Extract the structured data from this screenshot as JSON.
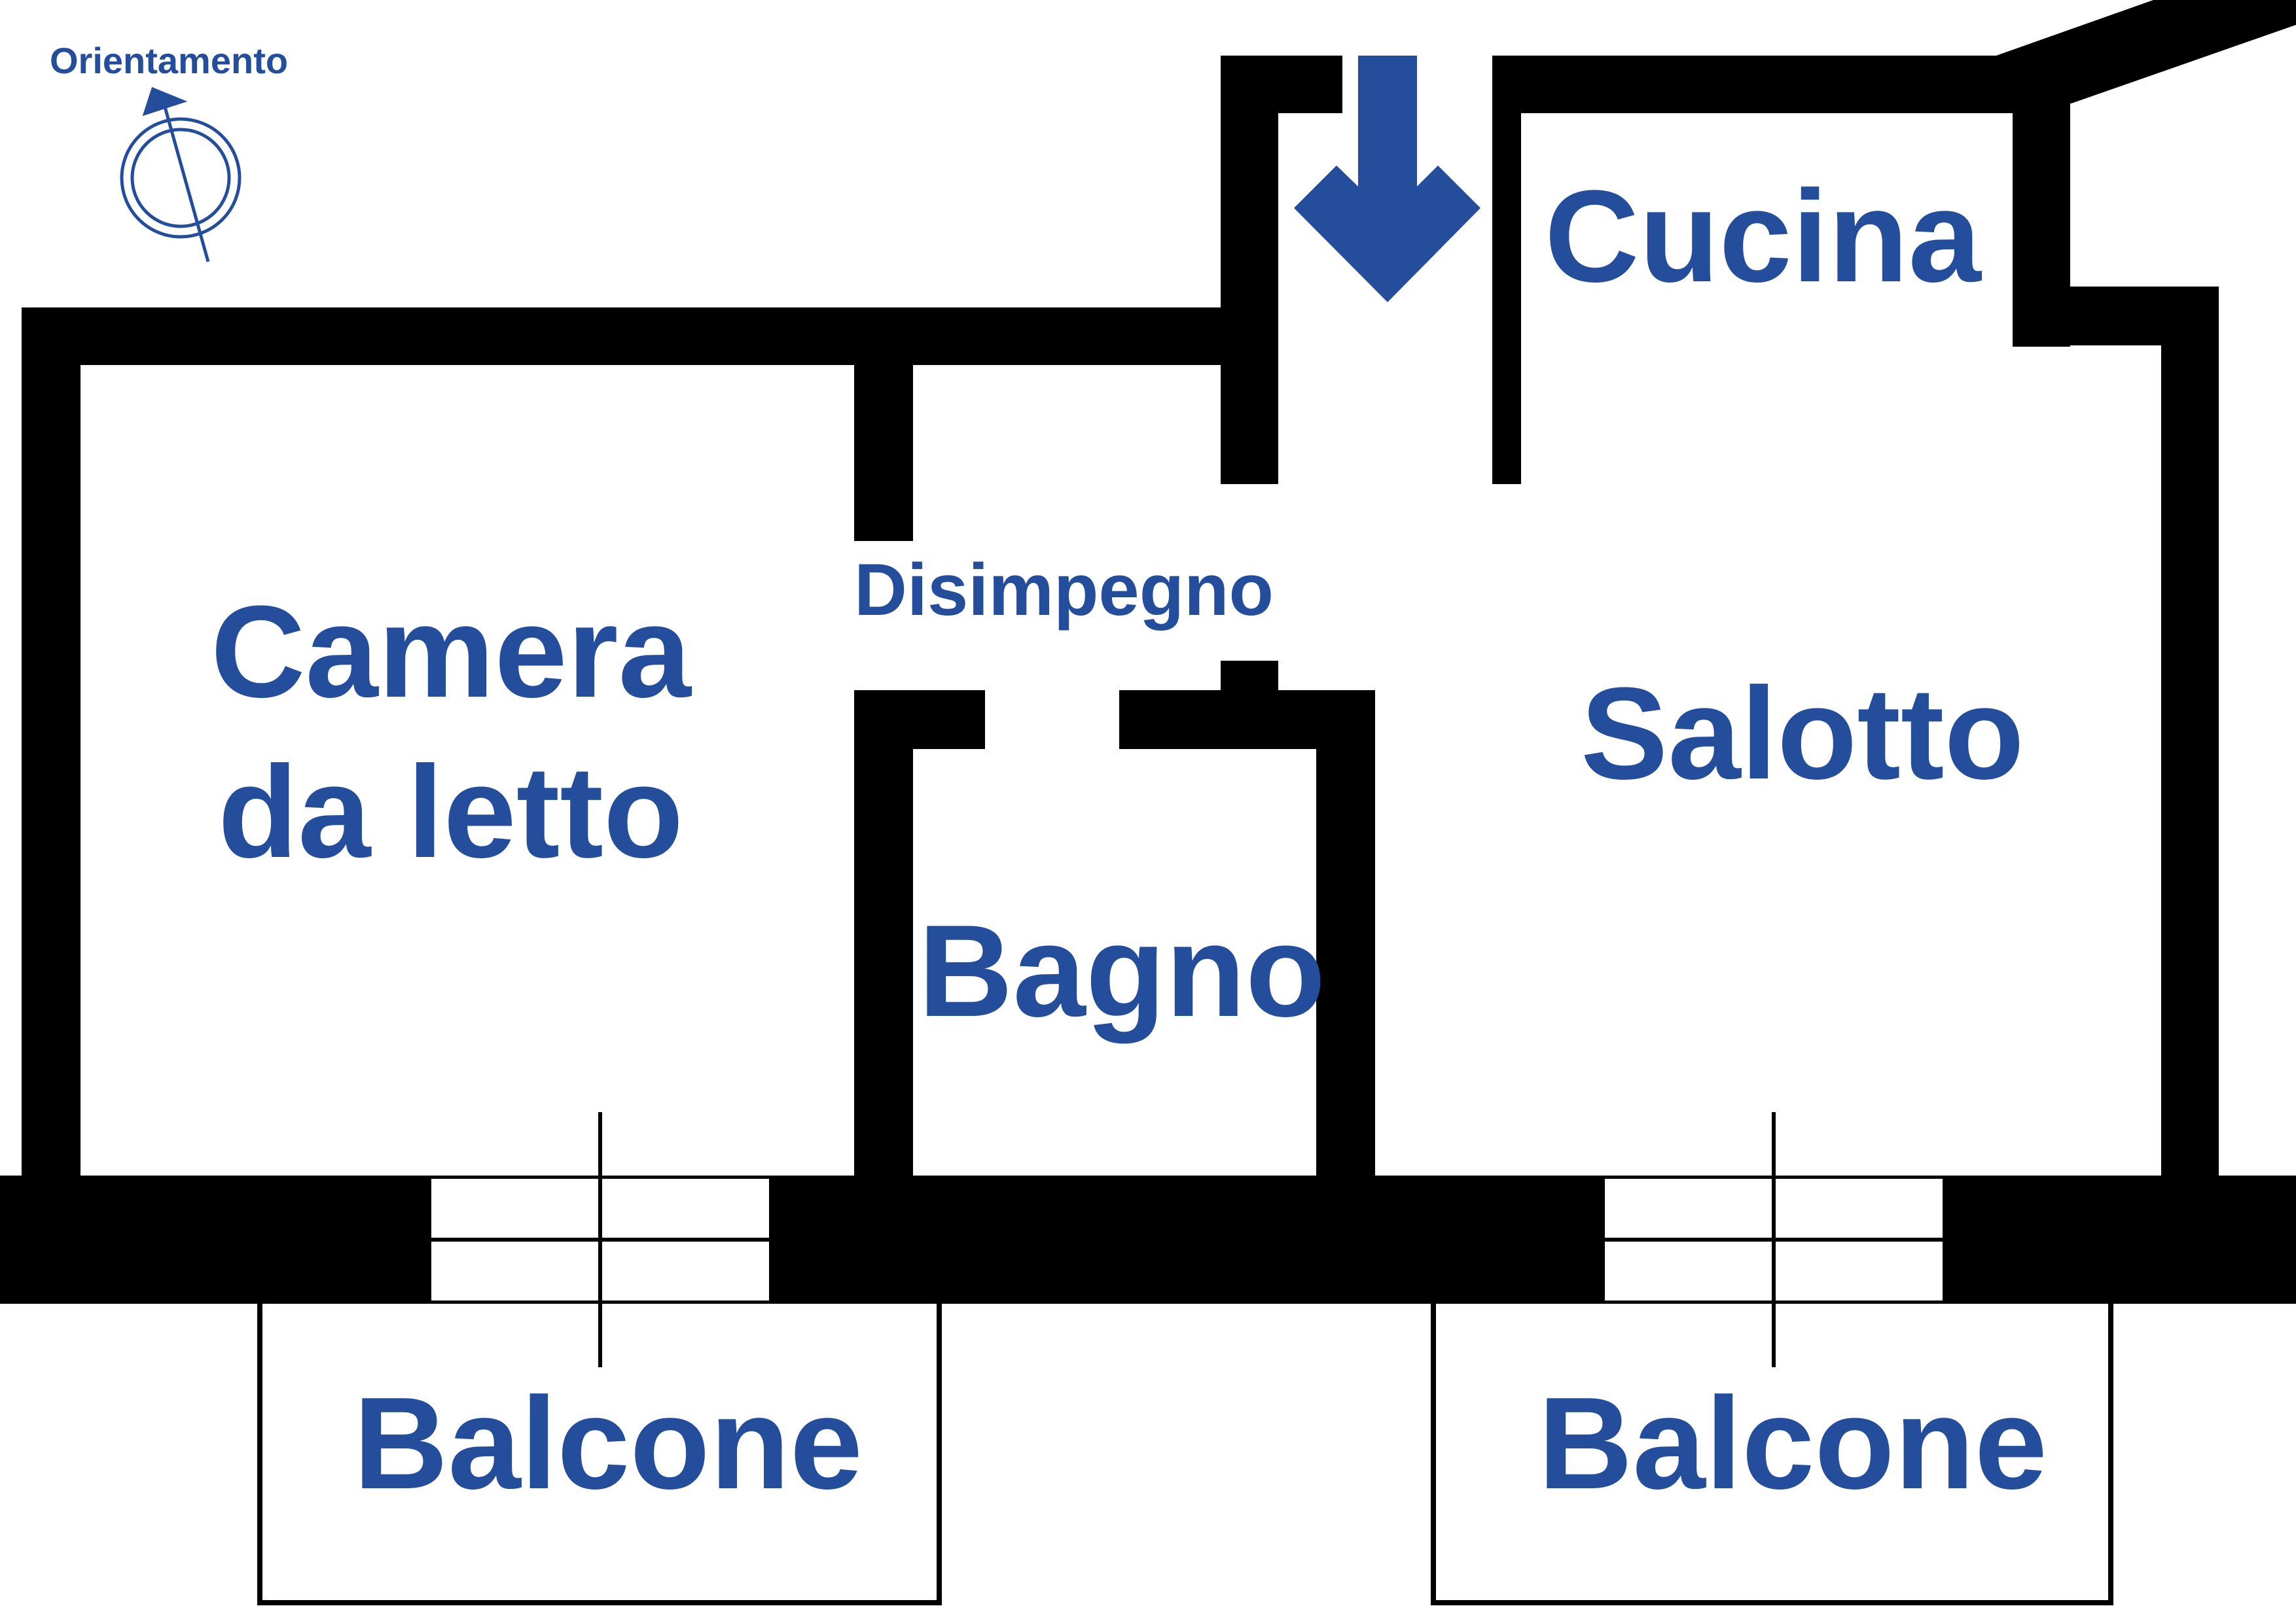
{
  "colors": {
    "wall": "#000000",
    "label": "#244e9b",
    "background": "#ffffff"
  },
  "orientation": {
    "label": "Orientamento",
    "icon": "compass-north-arrow-icon"
  },
  "entrance": {
    "icon": "entrance-arrow-down-icon"
  },
  "rooms": {
    "kitchen": "Cucina",
    "hallway": "Disimpegno",
    "bedroom_line1": "Camera",
    "bedroom_line2": "da letto",
    "living_room": "Salotto",
    "bathroom": "Bagno",
    "balcony_left": "Balcone",
    "balcony_right": "Balcone"
  }
}
